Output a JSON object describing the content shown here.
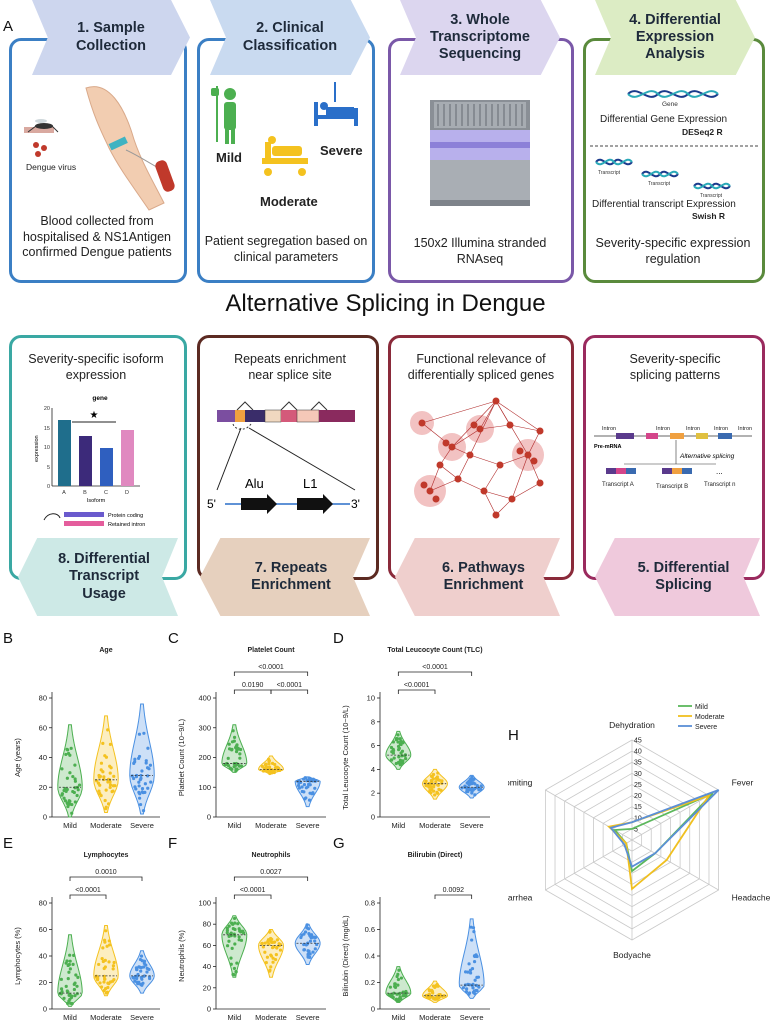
{
  "panel_labels": {
    "A": "A",
    "B": "B",
    "C": "C",
    "D": "D",
    "E": "E",
    "F": "F",
    "G": "G",
    "H": "H"
  },
  "workflow": {
    "top_steps": [
      {
        "title": "1.  Sample Collection",
        "caption": "Blood collected from hospitalised & NS1Antigen confirmed Dengue patients",
        "color": "#cdd6ee",
        "border": "#3b7fc4"
      },
      {
        "title": "2. Clinical Classification",
        "caption": "Patient segregation based on clinical parameters",
        "color": "#c9daf0",
        "border": "#3b7fc4"
      },
      {
        "title": "3. Whole Transcriptome Sequencing",
        "caption": "150x2 Illumina stranded RNAseq",
        "color": "#dcd6ef",
        "border": "#7a58a8"
      },
      {
        "title": "4. Differential Expression Analysis",
        "caption": "Severity-specific expression regulation",
        "color": "#dcecc4",
        "border": "#5a8a3c"
      }
    ],
    "center_title": "Alternative Splicing in Dengue",
    "bottom_steps": [
      {
        "title": "8. Differential Transcript Usage",
        "caption": "Severity-specific isoform expression",
        "color": "#cde9e6",
        "border": "#3aa8a3"
      },
      {
        "title": "7. Repeats Enrichment",
        "caption": "Repeats enrichment near splice site",
        "color": "#e6d0be",
        "border": "#5c2a22"
      },
      {
        "title": "6. Pathways Enrichment",
        "caption": "Functional relevance of differentially spliced genes",
        "color": "#efcfcd",
        "border": "#8a2a3a"
      },
      {
        "title": "5. Differential Splicing",
        "caption": "Severity-specific splicing patterns",
        "color": "#efc9dc",
        "border": "#9a2a5e"
      }
    ],
    "step1": {
      "virus_label": "Dengue virus"
    },
    "step2": {
      "mild": "Mild",
      "moderate": "Moderate",
      "severe": "Severe"
    },
    "step4": {
      "gene_label": "Gene",
      "gene_expr": "Differential  Gene Expression",
      "deseq": "DESeq2 R",
      "transcript_label": "Transcript",
      "transcript_expr": "Differential  transcript Expression",
      "swish": "Swish R"
    },
    "step8": {
      "chart_title": "gene",
      "ylabel": "expression",
      "xlabel": "Isoform",
      "star": "★",
      "legend_protein": "Protein coding",
      "legend_intron": "Retained intron"
    },
    "step7": {
      "alu": "Alu",
      "l1": "L1",
      "five": "5'",
      "three": "3'"
    },
    "step5": {
      "intron": "Intron",
      "pre_mrna": "Pre-mRNA",
      "alt_splicing": "Alternative splicing",
      "tA": "Transcript A",
      "tB": "Transcript B",
      "tn": "Transcript n",
      "dots": "..."
    }
  },
  "chart_data": [
    {
      "panel": "B",
      "type": "violin",
      "title": "Age",
      "ylabel": "Age (years)",
      "categories": [
        "Mild",
        "Moderate",
        "Severe"
      ],
      "ylim": [
        0,
        80
      ],
      "yticks": [
        0,
        20,
        40,
        60,
        80
      ],
      "medians": [
        20,
        25,
        28
      ],
      "ranges": [
        [
          0,
          62
        ],
        [
          3,
          68
        ],
        [
          2,
          76
        ]
      ],
      "colors": [
        "#4caf50",
        "#f4c21f",
        "#4a90e2"
      ],
      "comparisons": []
    },
    {
      "panel": "C",
      "type": "violin",
      "title": "Platelet Count",
      "ylabel": "Platelet Count (10~9/L)",
      "categories": [
        "Mild",
        "Moderate",
        "Severe"
      ],
      "ylim": [
        0,
        400
      ],
      "yticks": [
        0,
        100,
        200,
        300,
        400
      ],
      "medians": [
        180,
        160,
        120
      ],
      "ranges": [
        [
          150,
          310
        ],
        [
          145,
          205
        ],
        [
          35,
          135
        ]
      ],
      "colors": [
        "#4caf50",
        "#f4c21f",
        "#4a90e2"
      ],
      "comparisons": [
        {
          "from": 0,
          "to": 1,
          "label": "0.0190"
        },
        {
          "from": 1,
          "to": 2,
          "label": "<0.0001"
        },
        {
          "from": 0,
          "to": 2,
          "label": "<0.0001"
        }
      ]
    },
    {
      "panel": "D",
      "type": "violin",
      "title": "Total Leucocyte Count (TLC)",
      "ylabel": "Total Leucocyte Count (10~9/L)",
      "categories": [
        "Mild",
        "Moderate",
        "Severe"
      ],
      "ylim": [
        0,
        10
      ],
      "yticks": [
        0,
        2,
        4,
        6,
        8,
        10
      ],
      "medians": [
        5.2,
        2.8,
        2.5
      ],
      "ranges": [
        [
          4,
          7.2
        ],
        [
          1.5,
          4
        ],
        [
          1.6,
          3.5
        ]
      ],
      "colors": [
        "#4caf50",
        "#f4c21f",
        "#4a90e2"
      ],
      "comparisons": [
        {
          "from": 0,
          "to": 1,
          "label": "<0.0001"
        },
        {
          "from": 0,
          "to": 2,
          "label": "<0.0001"
        }
      ]
    },
    {
      "panel": "E",
      "type": "violin",
      "title": "Lymphocytes",
      "ylabel": "Lymphocytes (%)",
      "categories": [
        "Mild",
        "Moderate",
        "Severe"
      ],
      "ylim": [
        0,
        80
      ],
      "yticks": [
        0,
        20,
        40,
        60,
        80
      ],
      "medians": [
        12,
        25,
        25
      ],
      "ranges": [
        [
          2,
          56
        ],
        [
          10,
          63
        ],
        [
          12,
          44
        ]
      ],
      "colors": [
        "#4caf50",
        "#f4c21f",
        "#4a90e2"
      ],
      "comparisons": [
        {
          "from": 0,
          "to": 1,
          "label": "<0.0001"
        },
        {
          "from": 0,
          "to": 2,
          "label": "0.0010"
        }
      ]
    },
    {
      "panel": "F",
      "type": "violin",
      "title": "Neutrophils",
      "ylabel": "Neutrophils (%)",
      "categories": [
        "Mild",
        "Moderate",
        "Severe"
      ],
      "ylim": [
        0,
        100
      ],
      "yticks": [
        0,
        20,
        40,
        60,
        80,
        100
      ],
      "medians": [
        70,
        60,
        62
      ],
      "ranges": [
        [
          30,
          88
        ],
        [
          30,
          75
        ],
        [
          42,
          80
        ]
      ],
      "colors": [
        "#4caf50",
        "#f4c21f",
        "#4a90e2"
      ],
      "comparisons": [
        {
          "from": 0,
          "to": 1,
          "label": "<0.0001"
        },
        {
          "from": 0,
          "to": 2,
          "label": "0.0027"
        }
      ]
    },
    {
      "panel": "G",
      "type": "violin",
      "title": "Bilirubin (Direct)",
      "ylabel": "Bilirubin (Direct) (mg/dL)",
      "categories": [
        "Mild",
        "Moderate",
        "Severe"
      ],
      "ylim": [
        0,
        0.8
      ],
      "yticks": [
        0,
        0.2,
        0.4,
        0.6,
        0.8
      ],
      "medians": [
        0.12,
        0.1,
        0.18
      ],
      "ranges": [
        [
          0.05,
          0.32
        ],
        [
          0.05,
          0.21
        ],
        [
          0.08,
          0.68
        ]
      ],
      "colors": [
        "#4caf50",
        "#f4c21f",
        "#4a90e2"
      ],
      "comparisons": [
        {
          "from": 1,
          "to": 2,
          "label": "0.0092"
        }
      ]
    },
    {
      "panel": "H",
      "type": "radar",
      "axes": [
        "Dehydration",
        "Fever",
        "Headache",
        "Bodyache",
        "Diarrhea",
        "Vomiting"
      ],
      "rmax": 45,
      "rticks": [
        5,
        10,
        15,
        20,
        25,
        30,
        35,
        40,
        45
      ],
      "series": [
        {
          "name": "Mild",
          "color": "#5cb85c",
          "values": [
            5,
            42,
            12,
            14,
            3,
            9
          ]
        },
        {
          "name": "Moderate",
          "color": "#f0c020",
          "values": [
            8,
            40,
            18,
            22,
            3,
            12
          ]
        },
        {
          "name": "Severe",
          "color": "#5b8fd6",
          "values": [
            8,
            45,
            12,
            12,
            4,
            11
          ]
        }
      ]
    }
  ]
}
